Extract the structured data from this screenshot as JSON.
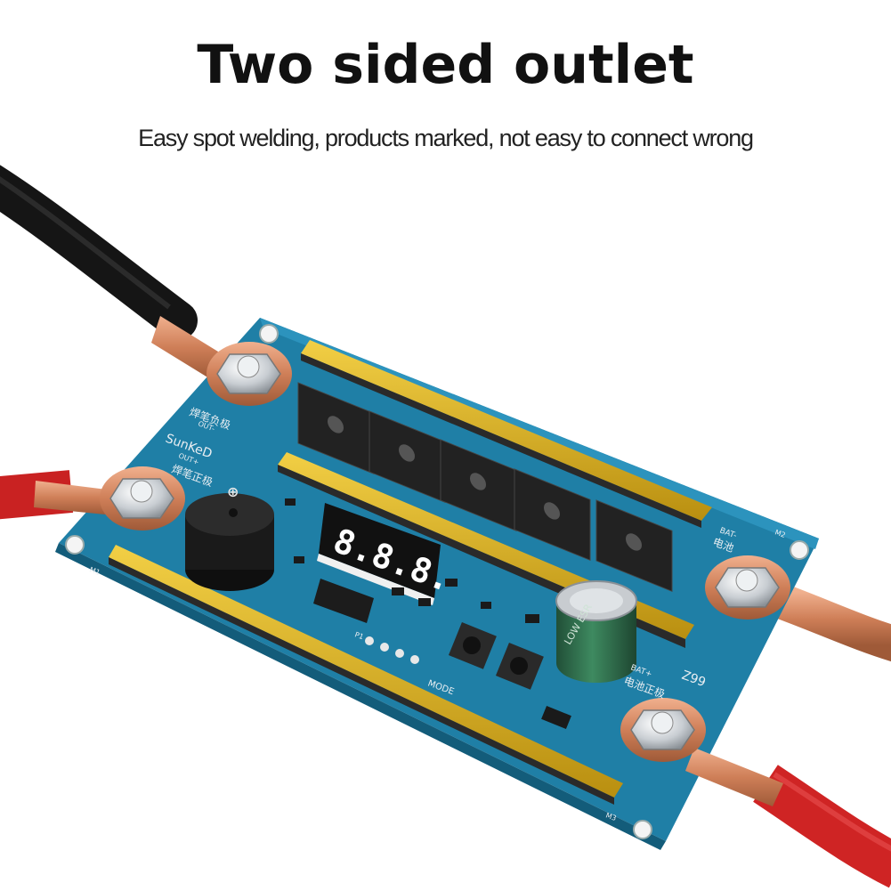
{
  "header": {
    "title": "Two sided outlet",
    "subtitle": "Easy spot welding, products marked, not easy to connect wrong"
  },
  "board": {
    "brand": "SunKeD",
    "model": "Z99",
    "label_out_minus_cn": "焊笔负极",
    "label_out_minus": "OUT-",
    "label_out_plus": "OUT+",
    "label_out_plus_cn": "焊笔正极",
    "label_bat_minus": "BAT-",
    "label_bat_minus_cn": "电池",
    "label_bat_plus": "BAT+",
    "label_bat_plus_cn": "电池正极",
    "label_mode": "MODE",
    "label_m1": "M1",
    "label_m2": "M2",
    "label_m3": "M3",
    "label_p1": "P1",
    "display_value": "8.8.8.",
    "capacitor_text": "LOW ESR"
  },
  "colors": {
    "pcb": "#1f7fa6",
    "busbar": "#e0b51e",
    "copper": "#d28760",
    "cable_black": "#1a1a1a",
    "cable_red": "#d42a2a",
    "capacitor": "#2f6b4a"
  }
}
